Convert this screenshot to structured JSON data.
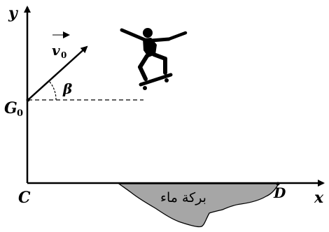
{
  "diagram": {
    "axis_x_label": "x",
    "axis_y_label": "y",
    "origin_label": "C",
    "start_point_label": "G",
    "start_point_subscript": "0",
    "end_point_label": "D",
    "velocity_label": "v",
    "velocity_subscript": "0",
    "angle_label": "β",
    "pool_label": "بركة ماء",
    "colors": {
      "ink": "#000000",
      "pool_fill": "#a6a6a6"
    },
    "icons": [
      "skateboarder-silhouette",
      "velocity-arrow",
      "angle-arc"
    ]
  }
}
